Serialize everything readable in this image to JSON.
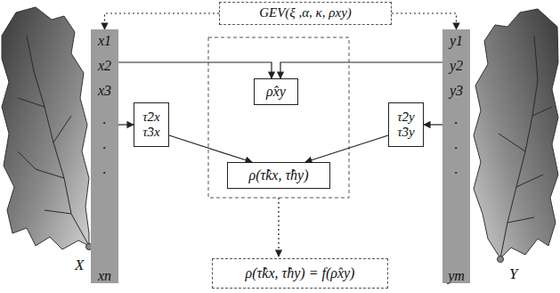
{
  "diagram": {
    "nodes": [
      {
        "text": [
          "GEV(ξ ,α, κ, ρxy)"
        ]
      },
      {
        "text": [
          "x1",
          "x2",
          "x3",
          ".",
          ".",
          ".",
          "xn"
        ]
      },
      {
        "text": [
          "ρ̂xy"
        ]
      },
      {
        "text": [
          "τ̂2x",
          "τ̂3x"
        ]
      },
      {
        "text": [
          "ρ(τ̂kx, τ̂hy)"
        ]
      },
      {
        "text": [
          "τ̂2y",
          "τ̂3y"
        ]
      },
      {
        "text": [
          "y1",
          "y2",
          "y3",
          ".",
          ".",
          ".",
          "ym"
        ]
      },
      {
        "text": [
          "ρ(τ̂kx, τ̂hy) = f(ρ̂xy)"
        ]
      }
    ],
    "edges": [
      {
        "from": 0,
        "to": 1,
        "arrow": "to"
      },
      {
        "from": 0,
        "to": 6,
        "arrow": "to"
      },
      {
        "from": 1,
        "to": 2,
        "arrow": "to"
      },
      {
        "from": 6,
        "to": 2,
        "arrow": "to"
      },
      {
        "from": 1,
        "to": 3,
        "arrow": "to"
      },
      {
        "from": 6,
        "to": 5,
        "arrow": "to"
      },
      {
        "from": 3,
        "to": 4,
        "arrow": "to"
      },
      {
        "from": 5,
        "to": 4,
        "arrow": "to"
      }
    ],
    "labels": [
      "X",
      "Y"
    ]
  }
}
